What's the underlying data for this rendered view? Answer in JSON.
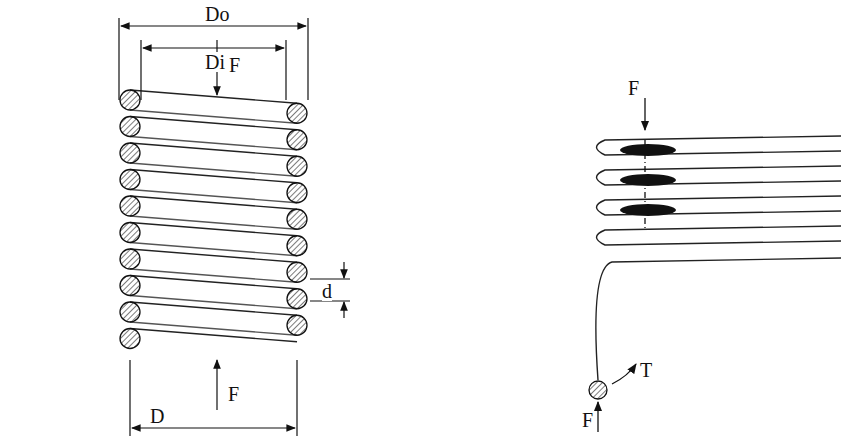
{
  "diagram": {
    "labels": [
      "Do",
      "Di",
      "F",
      "F",
      "d",
      "D",
      "F",
      "F",
      "T"
    ]
  }
}
